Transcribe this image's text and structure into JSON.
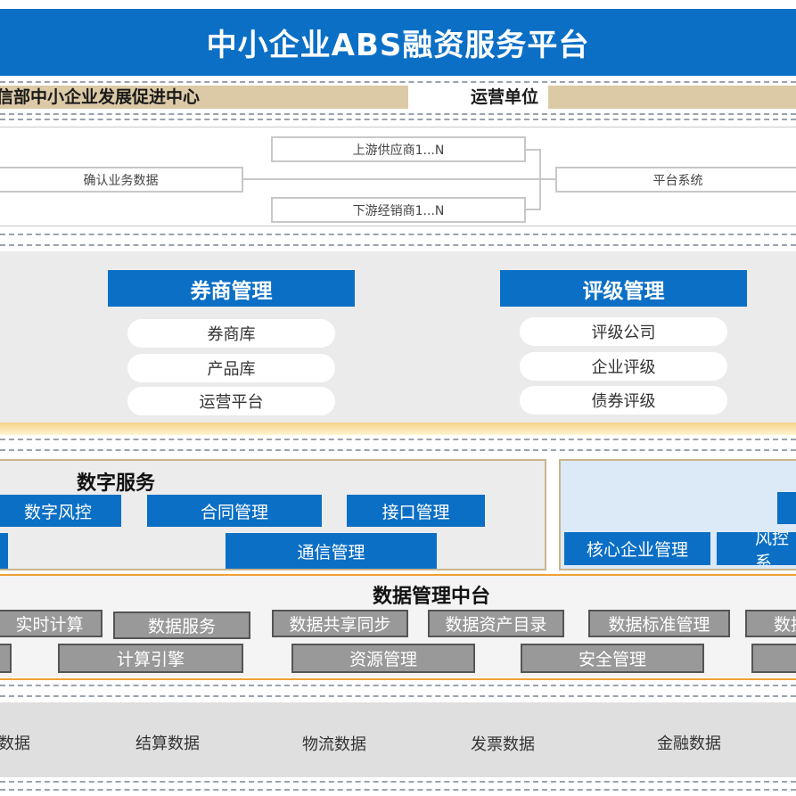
{
  "title": "中小企业ABS融资服务平台",
  "sponsor": {
    "left_text": "信部中小企业发展促进中心",
    "right_text": "运营单位"
  },
  "flow": {
    "confirm": "确认业务数据",
    "upstream": "上游供应商1...N",
    "downstream": "下游经销商1...N",
    "platform": "平台系统"
  },
  "brokerage": {
    "title": "券商管理",
    "items": [
      "券商库",
      "产品库",
      "运营平台"
    ]
  },
  "rating": {
    "title": "评级管理",
    "items": [
      "评级公司",
      "企业评级",
      "债券评级"
    ]
  },
  "digital_service": {
    "title": "数字服务",
    "buttons": [
      "数字风控",
      "合同管理",
      "接口管理",
      "通信管理"
    ]
  },
  "core_panel": {
    "buttons": [
      "核心企业管理",
      "风控系"
    ]
  },
  "data_platform": {
    "title": "数据管理中台",
    "row1": [
      "实时计算",
      "数据服务",
      "数据共享同步",
      "数据资产目录",
      "数据标准管理",
      "数据"
    ],
    "row2": [
      "计算引擎",
      "资源管理",
      "安全管理"
    ]
  },
  "data_sources": [
    "数据",
    "结算数据",
    "物流数据",
    "发票数据",
    "金融数据"
  ]
}
